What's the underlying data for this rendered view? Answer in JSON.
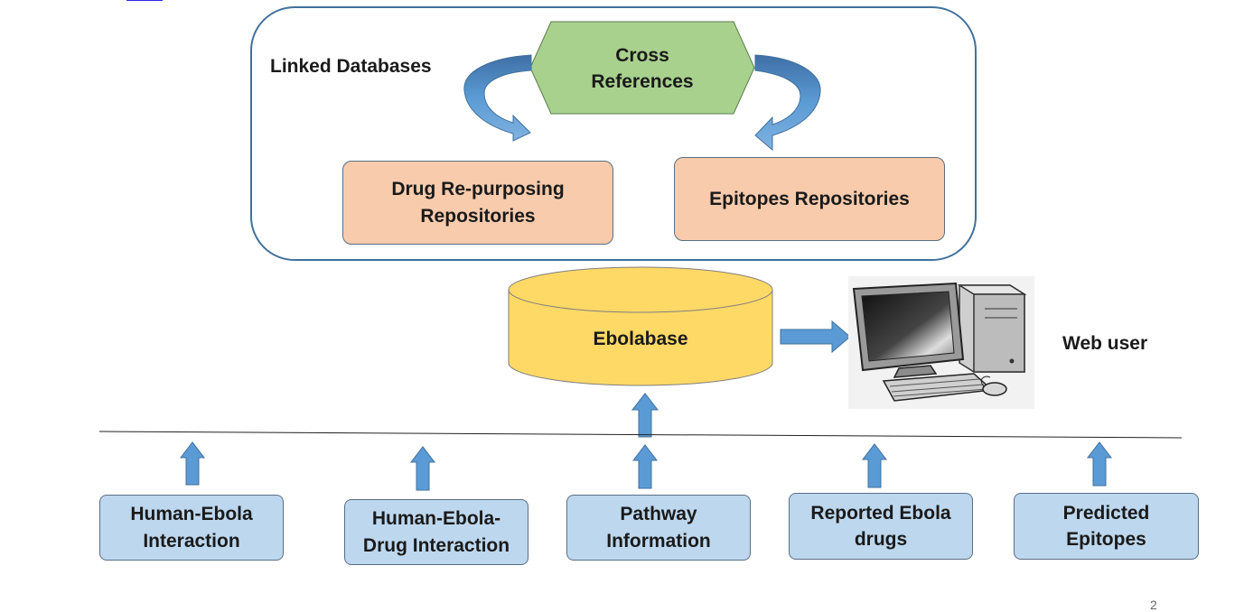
{
  "linked_databases": {
    "title": "Linked Databases",
    "cross_references": "Cross\nReferences",
    "drug_repurposing": "Drug Re-purposing\nRepositories",
    "epitopes": "Epitopes Repositories"
  },
  "ebolabase": "Ebolabase",
  "web_user": "Web user",
  "sources": [
    "Human-Ebola\nInteraction",
    "Human-Ebola-\nDrug Interaction",
    "Pathway\nInformation",
    "Reported Ebola\ndrugs",
    "Predicted\nEpitopes"
  ],
  "page_number": "2",
  "colors": {
    "hexagon": "#a9d18e",
    "peach_box": "#f8cbad",
    "source_box": "#bdd7ee",
    "cylinder": "#ffd966",
    "arrow": "#5b9bd5"
  }
}
